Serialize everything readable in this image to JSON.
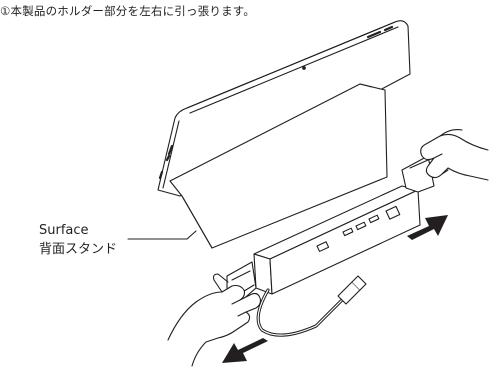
{
  "document": {
    "step_instruction": "①本製品のホルダー部分を左右に引っ張ります。",
    "callout": {
      "line1": "Surface",
      "line2": "背面スタンド"
    },
    "colors": {
      "ink": "#231f20",
      "arrow_fill": "#231f20",
      "paper": "#ffffff"
    }
  }
}
